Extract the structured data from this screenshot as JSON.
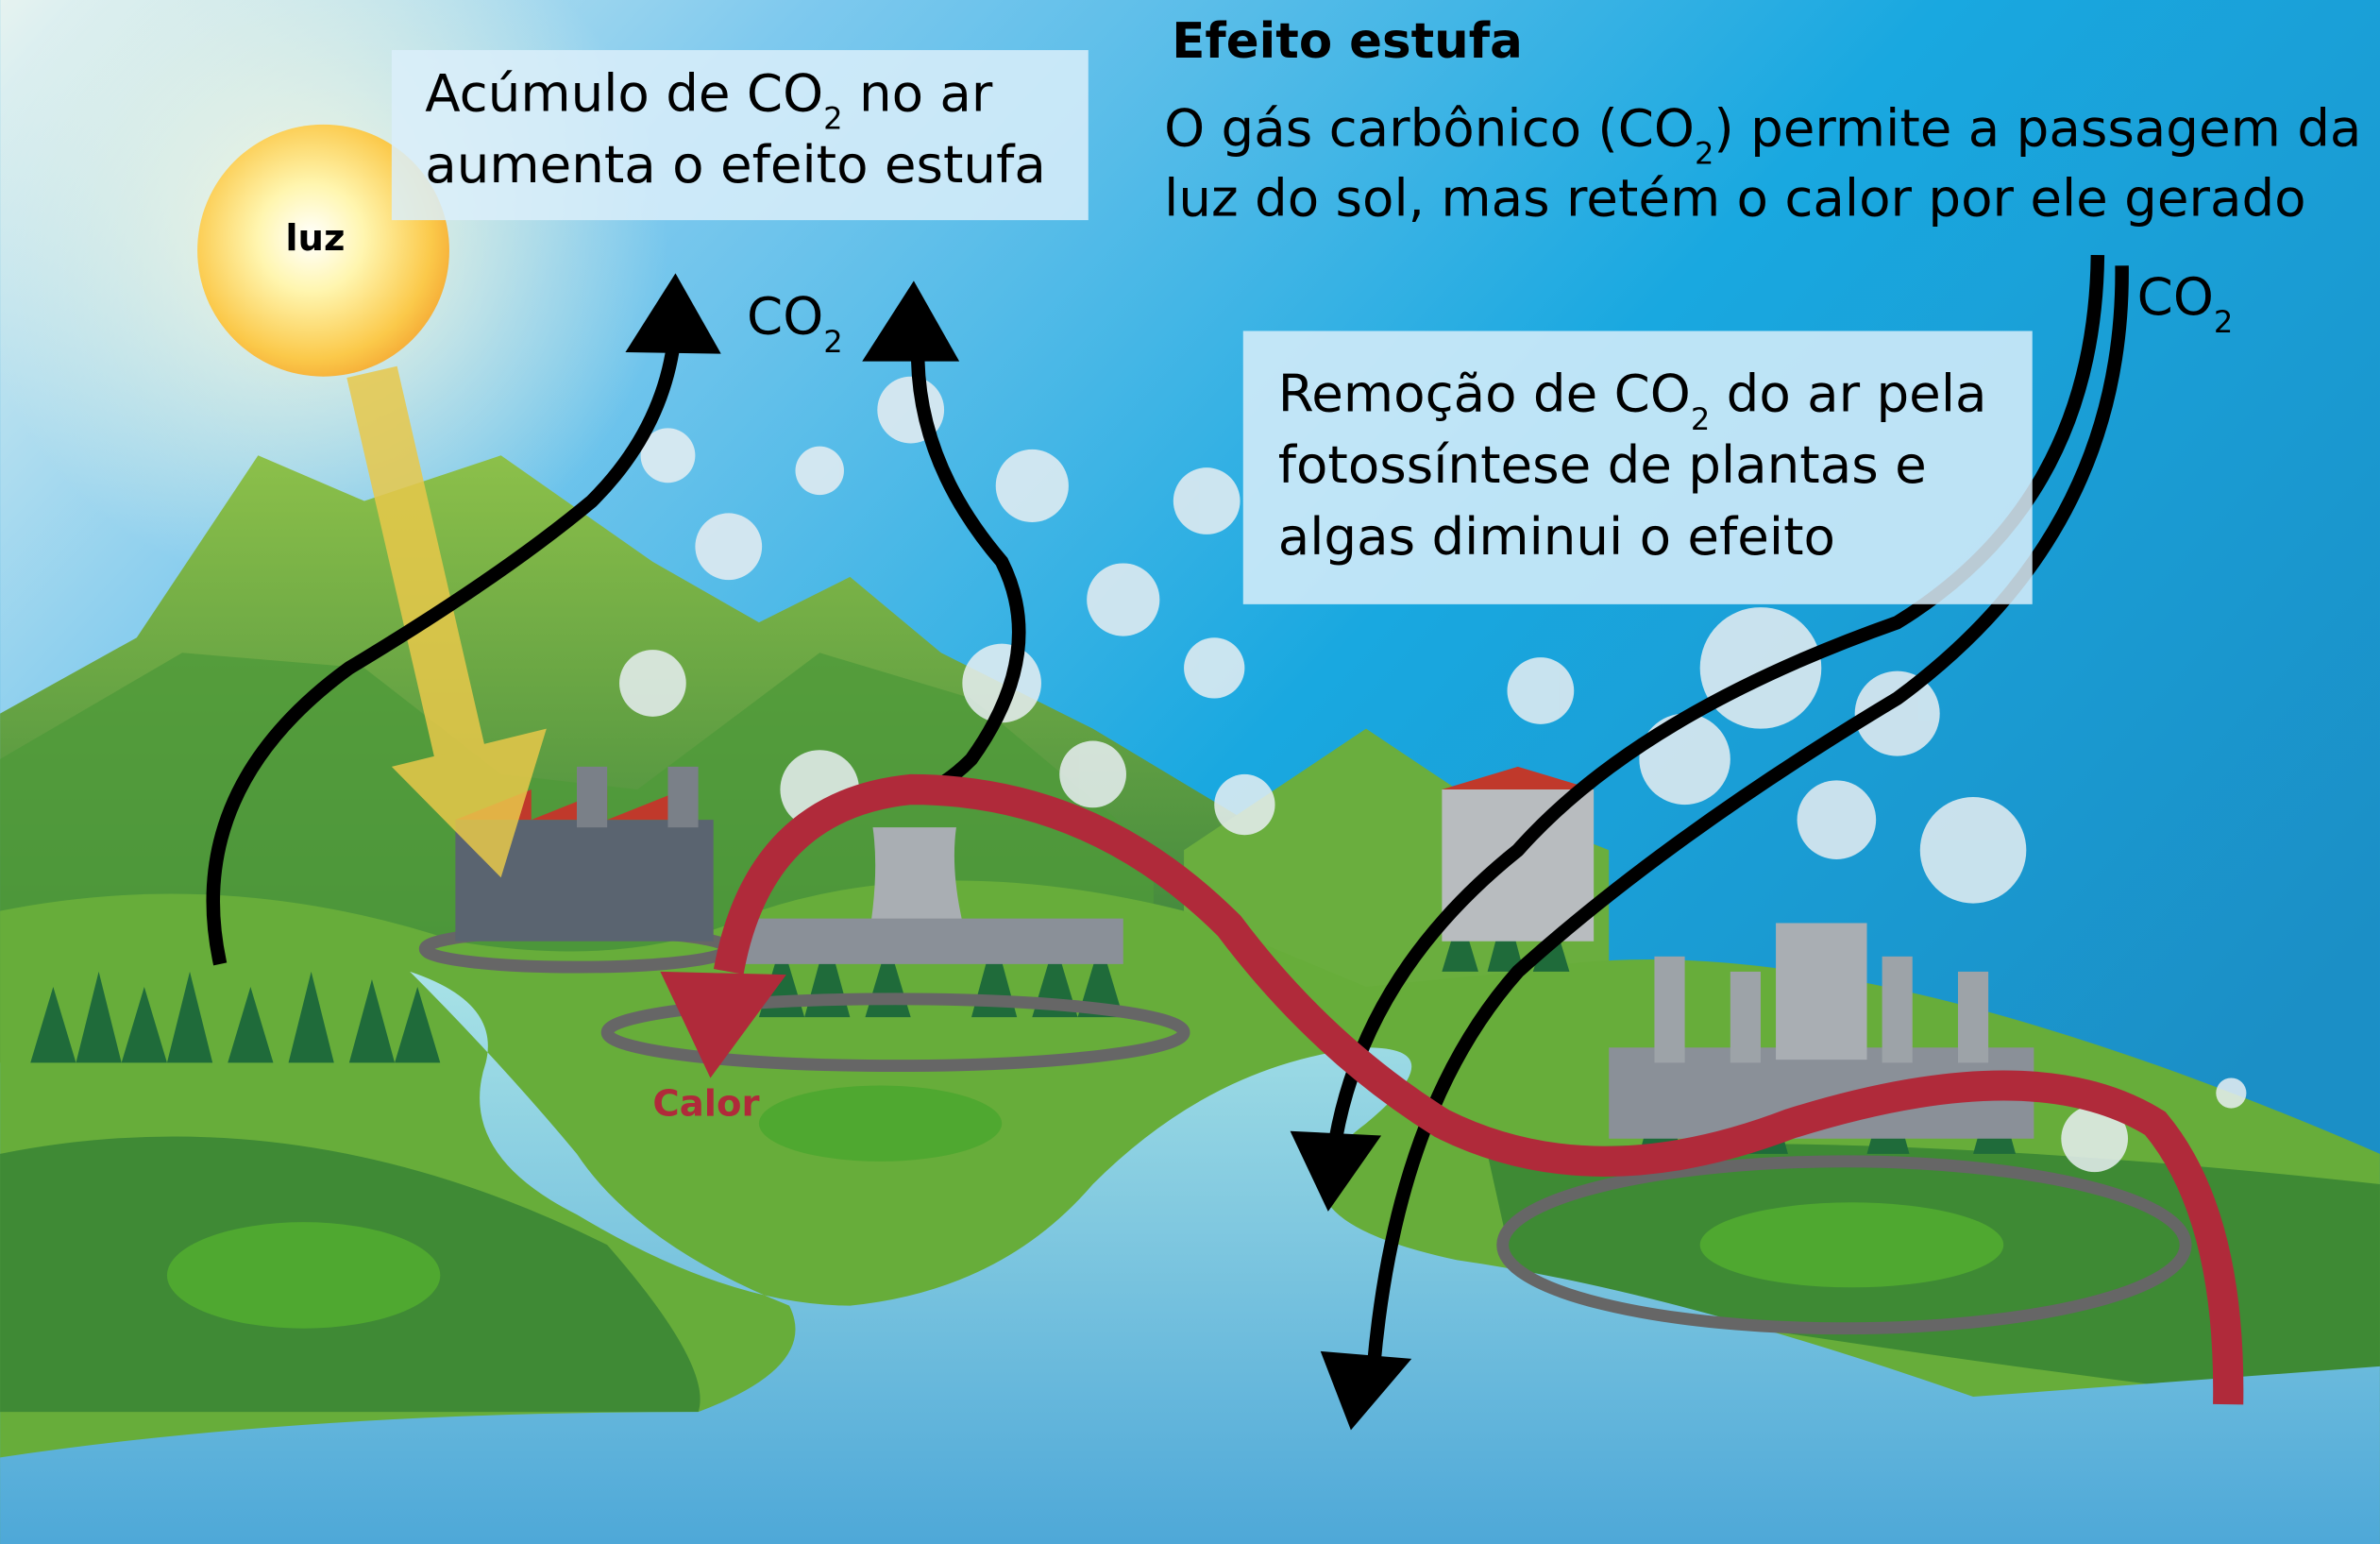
{
  "title": "Efeito estufa",
  "description": {
    "line1_a": "O gás carbônico (CO",
    "line1_sub": "2",
    "line1_b": ") permite a passagem da",
    "line2": "luz do sol, mas retém o calor por ele gerado"
  },
  "accumulation_box": {
    "line1_a": "Acúmulo de CO",
    "line1_sub": "2",
    "line1_b": " no ar",
    "line2": "aumenta o efeito estufa"
  },
  "removal_box": {
    "line1_a": "Remoção de CO",
    "line1_sub": "2",
    "line1_b": " do ar pela",
    "line2": "fotossíntese de plantas e",
    "line3": "algas diminui o efeito"
  },
  "labels": {
    "sun": "luz",
    "co2_up": "CO",
    "co2_up_sub": "2",
    "co2_down": "CO",
    "co2_down_sub": "2",
    "heat": "Calor"
  },
  "colors": {
    "heat_arrow": "#b02a3a",
    "light_arrow": "#e8c84a",
    "sky_top": "#1aa6dc",
    "box_fill": "#dbeefa"
  }
}
